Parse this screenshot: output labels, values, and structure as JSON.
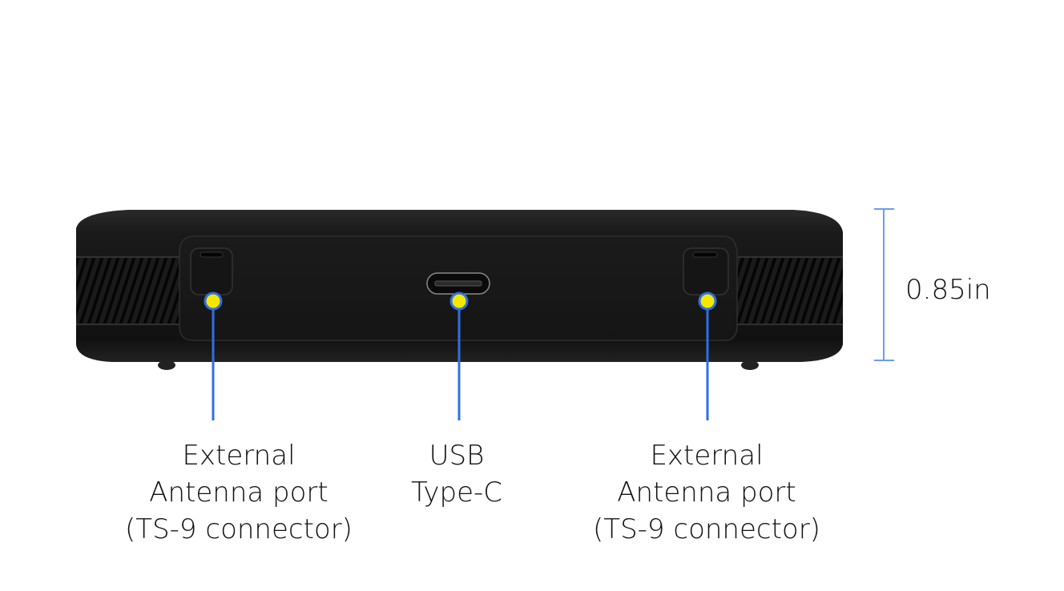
{
  "diagram": {
    "subject": "device side view with ports",
    "colors": {
      "device_body": "#141414",
      "callout_line": "#2f6fe4",
      "callout_dot_fill": "#f4e800",
      "dimension_line": "#6a9df0",
      "background": "#ffffff"
    },
    "callouts": [
      {
        "id": "left-antenna",
        "lines": [
          "External",
          "Antenna port",
          "(TS-9 connector)"
        ]
      },
      {
        "id": "usb-c",
        "lines": [
          "USB",
          "Type-C"
        ]
      },
      {
        "id": "right-antenna",
        "lines": [
          "External",
          "Antenna port",
          "(TS-9 connector)"
        ]
      }
    ],
    "dimension": {
      "label": "0.85in"
    }
  }
}
